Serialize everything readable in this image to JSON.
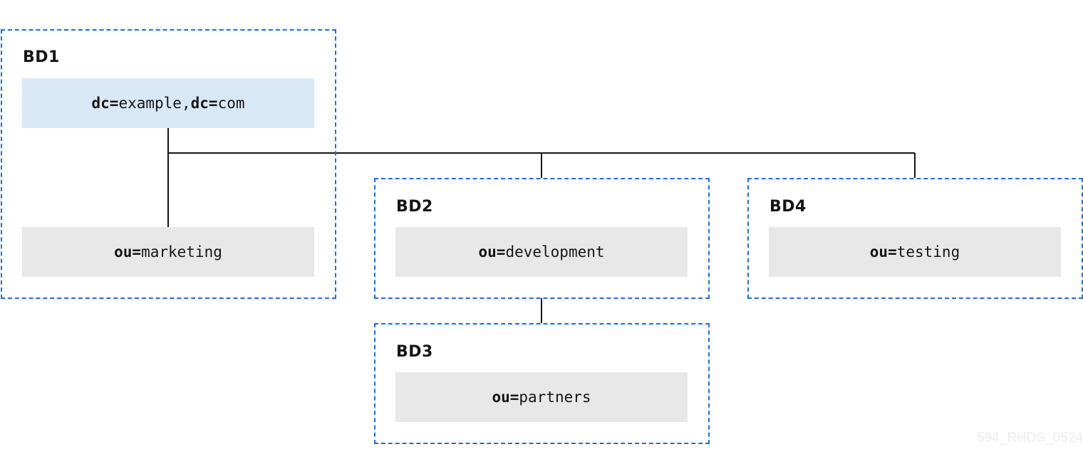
{
  "databases": [
    {
      "id": "bd1",
      "label": "BD1"
    },
    {
      "id": "bd2",
      "label": "BD2"
    },
    {
      "id": "bd3",
      "label": "BD3"
    },
    {
      "id": "bd4",
      "label": "BD4"
    }
  ],
  "entries": {
    "root": {
      "parts": [
        {
          "attr": "dc",
          "eq": "=",
          "value": "example"
        },
        {
          "sep": ","
        },
        {
          "attr": "dc",
          "eq": "=",
          "value": "com"
        }
      ]
    },
    "marketing": {
      "attr": "ou",
      "eq": "=",
      "value": "marketing"
    },
    "development": {
      "attr": "ou",
      "eq": "=",
      "value": "development"
    },
    "partners": {
      "attr": "ou",
      "eq": "=",
      "value": "partners"
    },
    "testing": {
      "attr": "ou",
      "eq": "=",
      "value": "testing"
    }
  },
  "watermark": "594_RHDS_0524",
  "colors": {
    "border": "#1f6fd6",
    "root_fill": "#d9e8f6",
    "entry_fill": "#e8e8e8",
    "line": "#151515"
  }
}
